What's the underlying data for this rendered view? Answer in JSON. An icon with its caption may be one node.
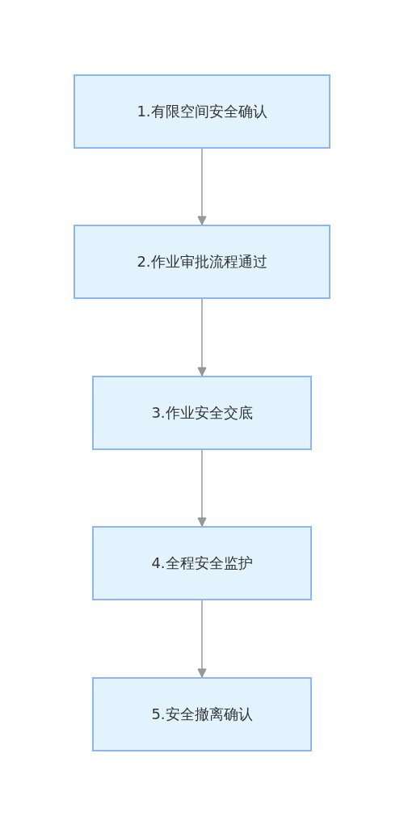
{
  "diagram": {
    "nodes": [
      {
        "text": [
          "1.有限空间安全确认"
        ]
      },
      {
        "text": [
          "2.作业审批流程通过"
        ]
      },
      {
        "text": [
          "3.作业安全交底"
        ]
      },
      {
        "text": [
          "4.全程安全监护"
        ]
      },
      {
        "text": [
          "5.安全撤离确认"
        ]
      }
    ],
    "edges": [
      {
        "from": 0,
        "to": 1,
        "arrow": "to"
      },
      {
        "from": 1,
        "to": 2,
        "arrow": "to"
      },
      {
        "from": 2,
        "to": 3,
        "arrow": "to"
      },
      {
        "from": 3,
        "to": 4,
        "arrow": "to"
      }
    ]
  }
}
